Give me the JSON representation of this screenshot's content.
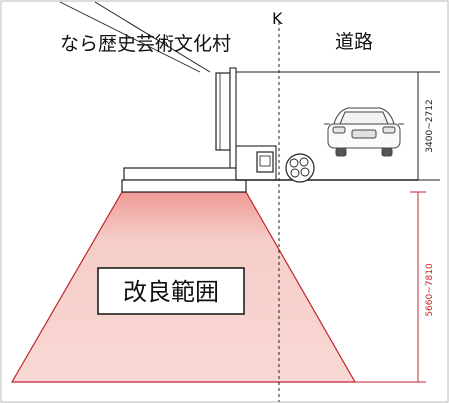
{
  "labels": {
    "facility_name": "なら歴史芸術文化村",
    "road": "道路",
    "section_mark": "K",
    "improvement_area": "改良範囲"
  },
  "dimensions": {
    "upper_range": "3400~2712",
    "lower_range": "5660~7810"
  },
  "colors": {
    "improvement_fill": "#f4c9c4",
    "improvement_stroke": "#c0262c",
    "line": "#222222"
  },
  "icons": {
    "vehicle": "car-front-icon",
    "utility_conduit": "conduit-bundle-icon",
    "gutter": "side-gutter-icon"
  }
}
